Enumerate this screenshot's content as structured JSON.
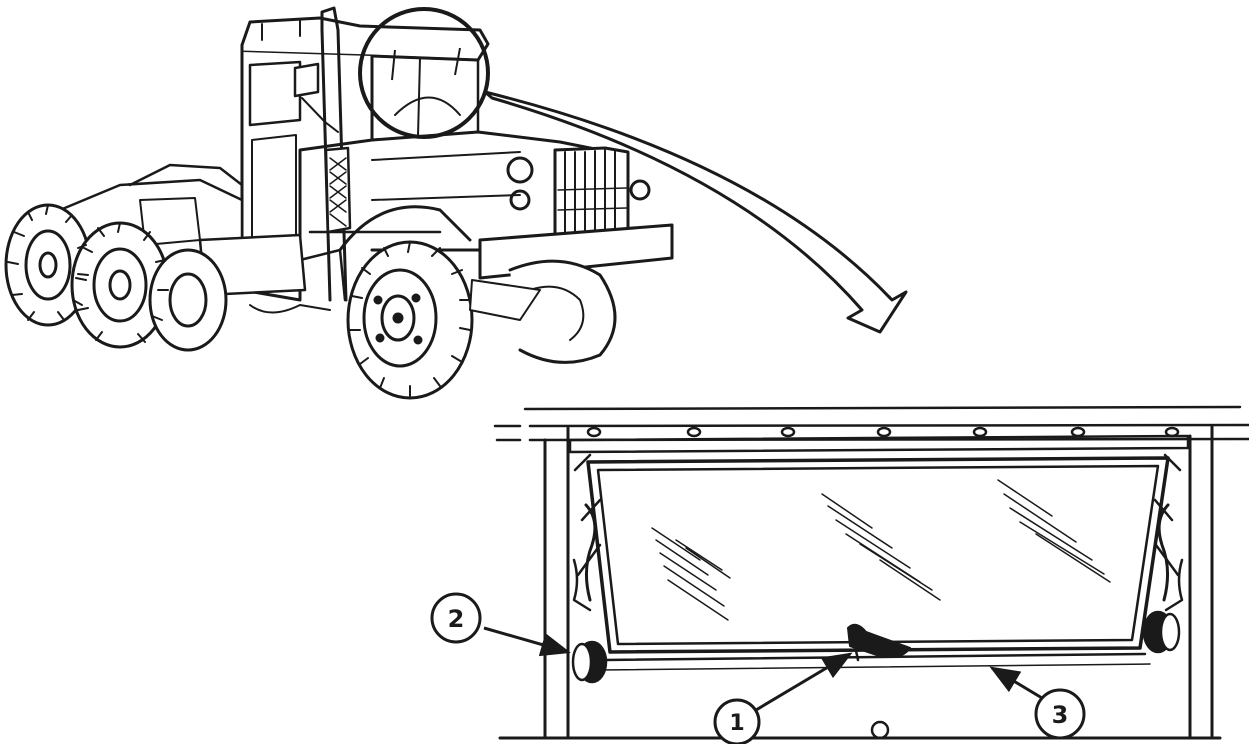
{
  "figure": {
    "callouts": [
      {
        "id": "callout-1",
        "label": "1"
      },
      {
        "id": "callout-2",
        "label": "2"
      },
      {
        "id": "callout-3",
        "label": "3"
      }
    ],
    "colors": {
      "ink": "#1a1a1a",
      "paper": "#ffffff"
    },
    "icons": [
      "truck-illustration",
      "windshield-detail-illustration",
      "magnify-circle-icon",
      "curved-arrow-icon",
      "leader-arrow-icon"
    ]
  }
}
